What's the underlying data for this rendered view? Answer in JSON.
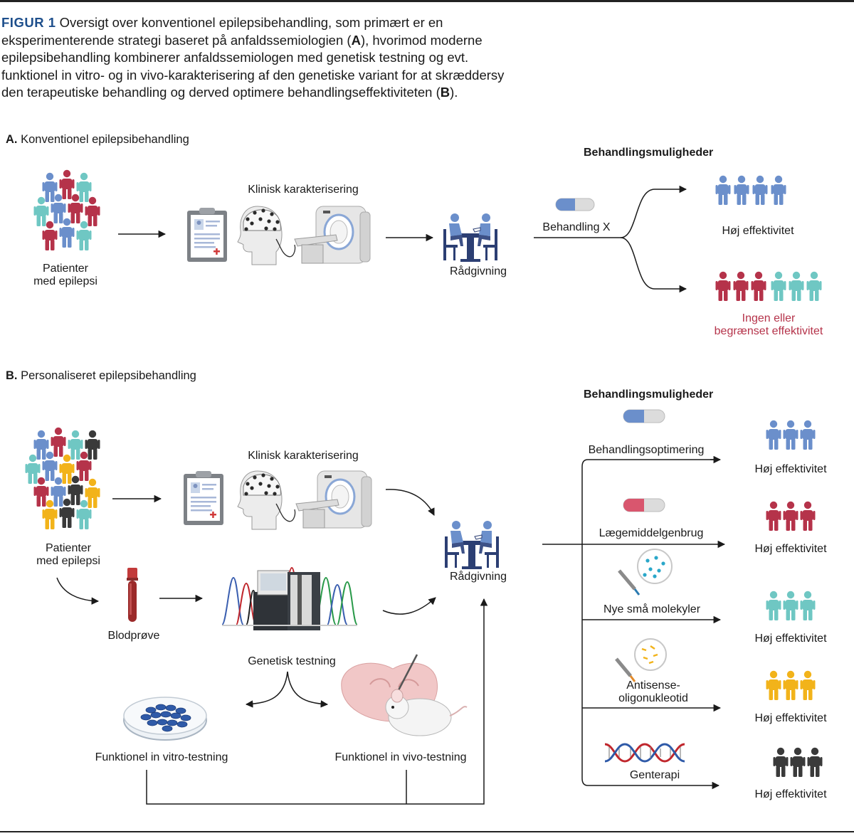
{
  "caption": {
    "figure_label": "FIGUR 1",
    "text_1": " Oversigt over konventionel epilepsibehandling, som primært er en eksperimenterende strategi baseret på anfaldssemiologien (",
    "a": "A",
    "text_2": "), hvorimod moderne epilepsibehandling kombinerer anfaldssemiologen med genetisk testning og evt. funktionel in vitro- og in vivo-karakterisering af den genetiske variant for at skræddersy den terapeutiske behandling og derved optimere behandlingseffektiviteten (",
    "b": "B",
    "text_3": ")."
  },
  "panel_a": {
    "heading_letter": "A.",
    "heading": " Konventionel epilepsibehandling",
    "patients_line1": "Patienter",
    "patients_line2": "med epilepsi",
    "clinical": "Klinisk karakterisering",
    "counseling": "Rådgivning",
    "options_title": "Behandlingsmuligheder",
    "treatment": "Behandling X",
    "high": "Høj effektivitet",
    "low_line1": "Ingen eller",
    "low_line2": "begrænset effektivitet"
  },
  "panel_b": {
    "heading_letter": "B.",
    "heading": " Personaliseret epilepsibehandling",
    "patients_line1": "Patienter",
    "patients_line2": "med epilepsi",
    "clinical": "Klinisk karakterisering",
    "counseling": "Rådgivning",
    "blood": "Blodprøve",
    "genetic": "Genetisk testning",
    "vitro": "Funktionel in vitro-testning",
    "vivo": "Funktionel in vivo-testning",
    "options_title": "Behandlingsmuligheder",
    "options": [
      {
        "label": "Behandlingsoptimering",
        "result": "Høj effektivitet"
      },
      {
        "label": "Lægemiddelgenbrug",
        "result": "Høj effektivitet"
      },
      {
        "label": "Nye små molekyler",
        "result": "Høj effektivitet"
      },
      {
        "label_line1": "Antisense-",
        "label_line2": "oligonukleotid",
        "result": "Høj effektivitet"
      },
      {
        "label": "Genterapi",
        "result": "Høj effektivitet"
      }
    ]
  },
  "colors": {
    "blue": "#6b8fcb",
    "red": "#b5334a",
    "teal": "#6fc7c3",
    "yellow": "#f2b31a",
    "dark": "#3a3a3a",
    "caption_blue": "#1e4f8c"
  }
}
